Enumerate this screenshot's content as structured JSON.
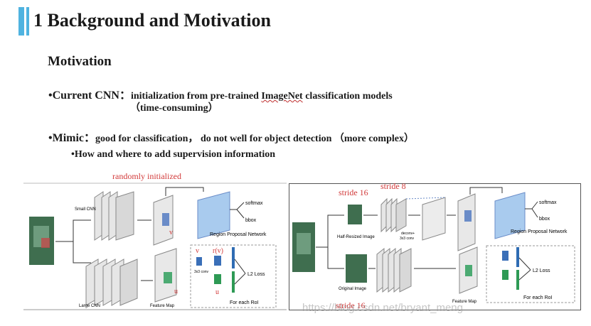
{
  "slide": {
    "title": "1 Background and Motivation",
    "section": "Motivation",
    "accent_color": "#4fb3e0"
  },
  "bullets": [
    {
      "marker": "•",
      "lead": "Current CNN：",
      "pre": "initialization from pre-trained ",
      "emph": "ImageNet",
      "post": " classification models",
      "continuation": "（time-consuming）"
    },
    {
      "marker": "•",
      "lead": "Mimic：",
      "text": "good for classification， do not well for object detection （more complex）"
    },
    {
      "marker": "•",
      "text": "How and where to add supervision information"
    }
  ],
  "figure_left": {
    "annotation": "randomly initialized",
    "small_cnn": "Small CNN",
    "large_cnn": "Large CNN",
    "feature_map": "Feature Map",
    "conv": "3x3 conv",
    "softmax": "softmax",
    "bbox": "bbox",
    "rpn": "Region Proposal Network",
    "v": "v",
    "rv": "r(v)",
    "u": "u",
    "loss": "L2 Loss",
    "for_each_roi": "For each RoI"
  },
  "figure_right": {
    "stride_top": "stride 16",
    "stride_mid": "stride 8",
    "stride_bottom": "stride 16",
    "half_resized": "Half-Resized Image",
    "original": "Original Image",
    "deconv": "deconv+",
    "deconv2": "3x3 conv",
    "feature_map": "Feature Map",
    "softmax": "softmax",
    "bbox": "bbox",
    "rpn": "Region Proposal Network",
    "loss": "L2 Loss",
    "for_each_roi": "For each RoI"
  },
  "watermark": "https://blog.csdn.net/bryant_meng"
}
